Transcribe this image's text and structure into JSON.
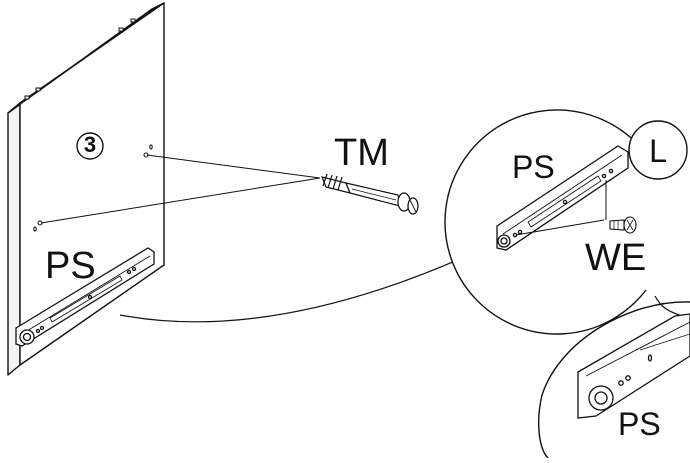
{
  "diagram": {
    "step_number": "3",
    "labels": {
      "panel_part": "PS",
      "cam_dowel": "TM",
      "zoom_part": "PS",
      "zoom_side": "L",
      "screw": "WE",
      "bottom_zoom_part": "PS"
    },
    "colors": {
      "line": "#111111",
      "panel_fill": "#ffffff",
      "background": "#ffffff"
    }
  }
}
